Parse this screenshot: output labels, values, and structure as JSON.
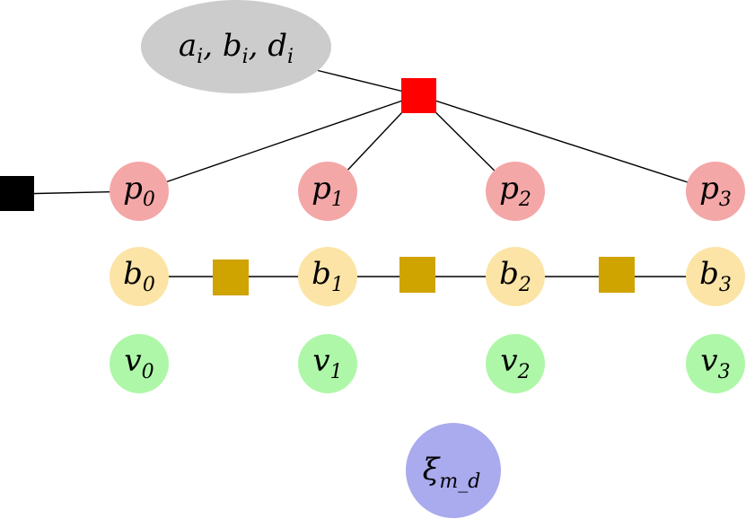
{
  "colors": {
    "prior": "#f4a7a7",
    "belief": "#fbe4a6",
    "velocity": "#aef7a8",
    "param": "#aaaaee",
    "ellipse": "#cccccc",
    "factor_prior": "#ff0000",
    "factor_anchor": "#000000",
    "factor_smooth": "#cfa300",
    "edge": "#000000"
  },
  "ellipse": {
    "base": "a",
    "sub": "i",
    "base2": "b",
    "sub2": "i",
    "base3": "d",
    "sub3": "i",
    "sep": ", "
  },
  "nodes": {
    "p": [
      {
        "base": "p",
        "sub": "0"
      },
      {
        "base": "p",
        "sub": "1"
      },
      {
        "base": "p",
        "sub": "2"
      },
      {
        "base": "p",
        "sub": "3"
      }
    ],
    "b": [
      {
        "base": "b",
        "sub": "0"
      },
      {
        "base": "b",
        "sub": "1"
      },
      {
        "base": "b",
        "sub": "2"
      },
      {
        "base": "b",
        "sub": "3"
      }
    ],
    "v": [
      {
        "base": "v",
        "sub": "0"
      },
      {
        "base": "v",
        "sub": "1"
      },
      {
        "base": "v",
        "sub": "2"
      },
      {
        "base": "v",
        "sub": "3"
      }
    ],
    "xi": {
      "base": "ξ",
      "sub": "m_d"
    }
  }
}
